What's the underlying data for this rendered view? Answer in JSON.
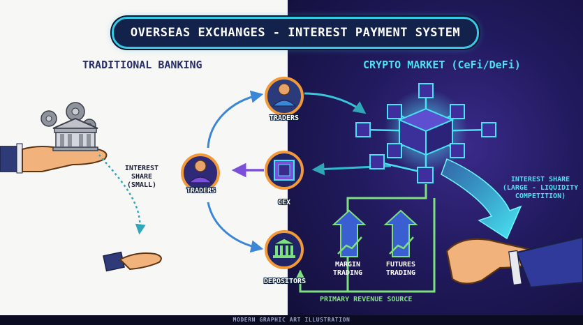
{
  "title": "OVERSEAS EXCHANGES - INTEREST PAYMENT SYSTEM",
  "left_panel": {
    "heading": "TRADITIONAL BANKING",
    "interest_label_lines": [
      "INTEREST",
      "SHARE",
      "(SMALL)"
    ]
  },
  "right_panel": {
    "heading": "CRYPTO MARKET (CeFi/DeFi)",
    "interest_label_lines": [
      "INTEREST SHARE",
      "(LARGE - LIQUIDITY",
      "COMPETITION)"
    ]
  },
  "nodes": {
    "traders_center": "TRADERS",
    "traders_top": "TRADERS",
    "cex": "CEX",
    "depositors": "DEPOSITORS"
  },
  "revenue": {
    "margin_lines": [
      "MARGIN",
      "TRADING"
    ],
    "futures_lines": [
      "FUTURES",
      "TRADING"
    ],
    "source_label": "PRIMARY REVENUE SOURCE"
  },
  "footer": "MODERN GRAPHIC ART ILLUSTRATION",
  "colors": {
    "accent_cyan": "#38c9e6",
    "arrow_green": "#7fe07f",
    "arrow_purple": "#7b4fd9",
    "node_orange": "#f29a3a",
    "left_bg": "#f7f7f5",
    "right_bg": "#211a5e"
  }
}
